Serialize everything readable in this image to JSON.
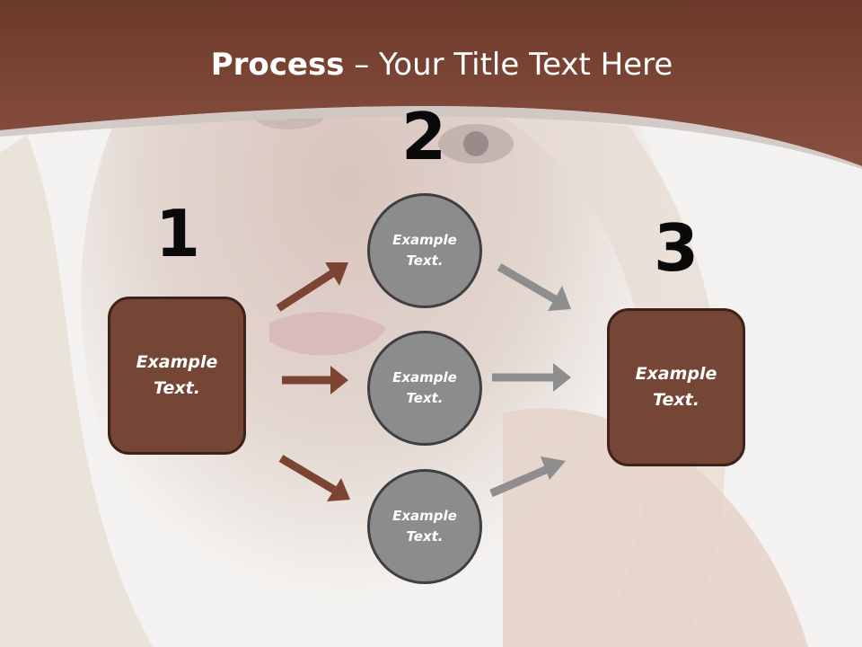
{
  "title": {
    "bold": "Process",
    "rest": " – Your Title Text Here"
  },
  "steps": {
    "one": {
      "number": "1",
      "box_text": "Example\nText."
    },
    "two": {
      "number": "2",
      "circles": [
        "Example\nText.",
        "Example\nText.",
        "Example\nText."
      ]
    },
    "three": {
      "number": "3",
      "box_text": "Example\nText."
    }
  },
  "colors": {
    "banner": "#7a4535",
    "box_fill": "#754535",
    "circle_fill": "#8c8c8c",
    "arrow_brown": "#7b4433",
    "arrow_gray": "#8e8e8e"
  }
}
